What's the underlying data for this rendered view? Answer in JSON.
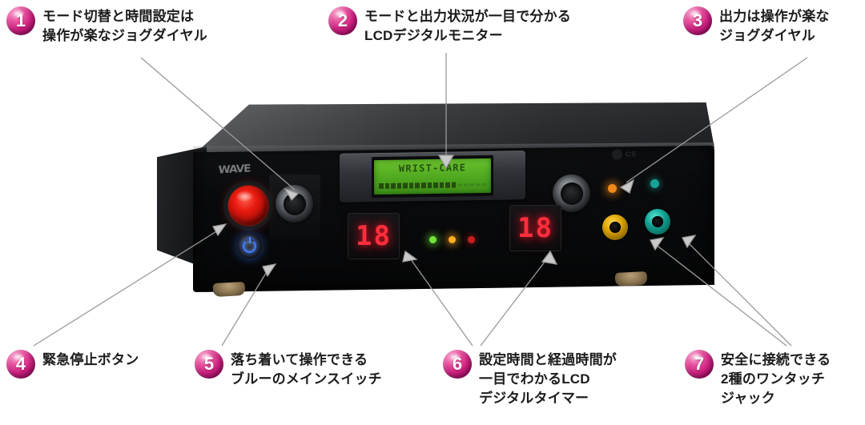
{
  "callouts": [
    {
      "number": "1",
      "lines": [
        "モード切替と時間設定は",
        "操作が楽なジョグダイヤル"
      ],
      "target": "jog-dial-left"
    },
    {
      "number": "2",
      "lines": [
        "モードと出力状況が一目で分かる",
        "LCDデジタルモニター"
      ],
      "target": "lcd-monitor"
    },
    {
      "number": "3",
      "lines": [
        "出力は操作が楽な",
        "ジョグダイヤル"
      ],
      "target": "jog-dial-right"
    },
    {
      "number": "4",
      "lines": [
        "緊急停止ボタン"
      ],
      "target": "emergency-stop-button"
    },
    {
      "number": "5",
      "lines": [
        "落ち着いて操作できる",
        "ブルーのメインスイッチ"
      ],
      "target": "power-switch"
    },
    {
      "number": "6",
      "lines": [
        "設定時間と経過時間が",
        "一目でわかるLCD",
        "デジタルタイマー"
      ],
      "target": "seven-segment-timers"
    },
    {
      "number": "7",
      "lines": [
        "安全に接続できる",
        "2種のワンタッチ",
        "ジャック"
      ],
      "target": "output-jacks"
    }
  ],
  "device": {
    "brand_logo_left": "WAVE",
    "brand_logo_right": "CS",
    "lcd": {
      "line1": "WRIST-CARE",
      "bargraph_filled": 13,
      "bargraph_empty": 5
    },
    "timers": {
      "set_time": "18",
      "elapsed_time": "18"
    },
    "status_leds": [
      {
        "name": "led-green",
        "color": "#74e23a"
      },
      {
        "name": "led-amber",
        "color": "#ffae1f"
      },
      {
        "name": "led-red",
        "color": "#c41f1f"
      }
    ],
    "indicators": [
      {
        "name": "indicator-orange",
        "color": "#f08a18"
      },
      {
        "name": "indicator-teal",
        "color": "#17a296"
      }
    ],
    "jacks": [
      {
        "name": "jack-yellow",
        "color": "#d9a206"
      },
      {
        "name": "jack-teal",
        "color": "#12a293"
      }
    ],
    "emergency_stop_color": "#e81a10",
    "power_switch_color": "#3f7dff"
  },
  "colors": {
    "badge_pink": "#cc1f7e",
    "text_dark": "#1b1b1b",
    "leader_line": "#9a9a9a",
    "lcd_green": "#4fa81f",
    "seg_red": "#ff2e3c",
    "background": "#ffffff"
  }
}
